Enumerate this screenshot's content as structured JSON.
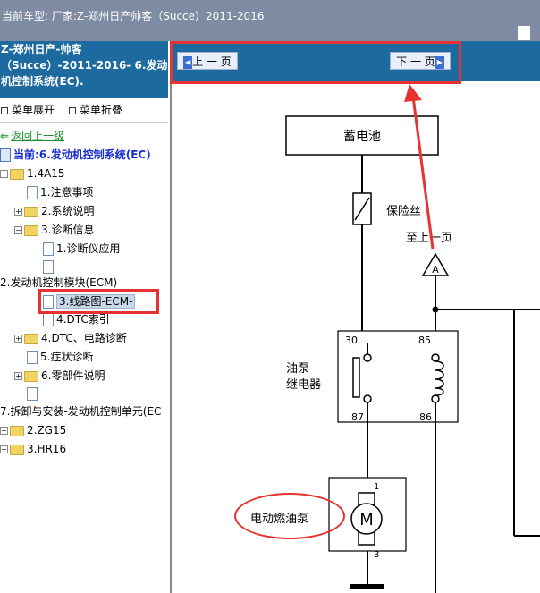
{
  "topbar": {
    "title": "当前车型:  厂家:Z-郑州日产帅客（Succe）2011-2016"
  },
  "left_header": {
    "line1": "Z-郑州日产-帅客",
    "line2": "（Succe）-2011-2016- 6.发动",
    "line3": "机控制系统(EC)."
  },
  "menu": {
    "expand_label": "菜单展开",
    "collapse_label": "菜单折叠"
  },
  "tree": {
    "back_label": "返回上一级",
    "current_label": "当前:6.发动机控制系统(EC)",
    "items": [
      {
        "label": "1.4A15"
      },
      {
        "label": "1.注意事项"
      },
      {
        "label": "2.系统说明"
      },
      {
        "label": "3.诊断信息"
      },
      {
        "label": "1.诊断仪应用"
      },
      {
        "label": ""
      },
      {
        "label": "2.发动机控制模块(ECM)"
      },
      {
        "label": "3.线路图-ECM-"
      },
      {
        "label": "4.DTC索引"
      },
      {
        "label": "4.DTC、电路诊断"
      },
      {
        "label": "5.症状诊断"
      },
      {
        "label": "6.零部件说明"
      },
      {
        "label": ""
      },
      {
        "label": "7.拆卸与安装-发动机控制单元(EC"
      },
      {
        "label": "2.ZG15"
      },
      {
        "label": "3.HR16"
      }
    ]
  },
  "nav": {
    "prev_label": "上 一 页",
    "next_label": "下 一 页"
  },
  "diagram": {
    "battery_label": "蓄电池",
    "fuse_label": "保险丝",
    "to_prev_label": "至上一页",
    "connector_label": "A",
    "relay_label_1": "油泵",
    "relay_label_2": "继电器",
    "pin_30": "30",
    "pin_85": "85",
    "pin_87": "87",
    "pin_86": "86",
    "pump_label": "电动燃油泵",
    "motor_label": "M",
    "pin_1": "1",
    "pin_3": "3"
  },
  "colors": {
    "header_blue": "#1d6aa0",
    "topbar_gray": "#7f8aa3",
    "highlight_red": "#e63232"
  }
}
